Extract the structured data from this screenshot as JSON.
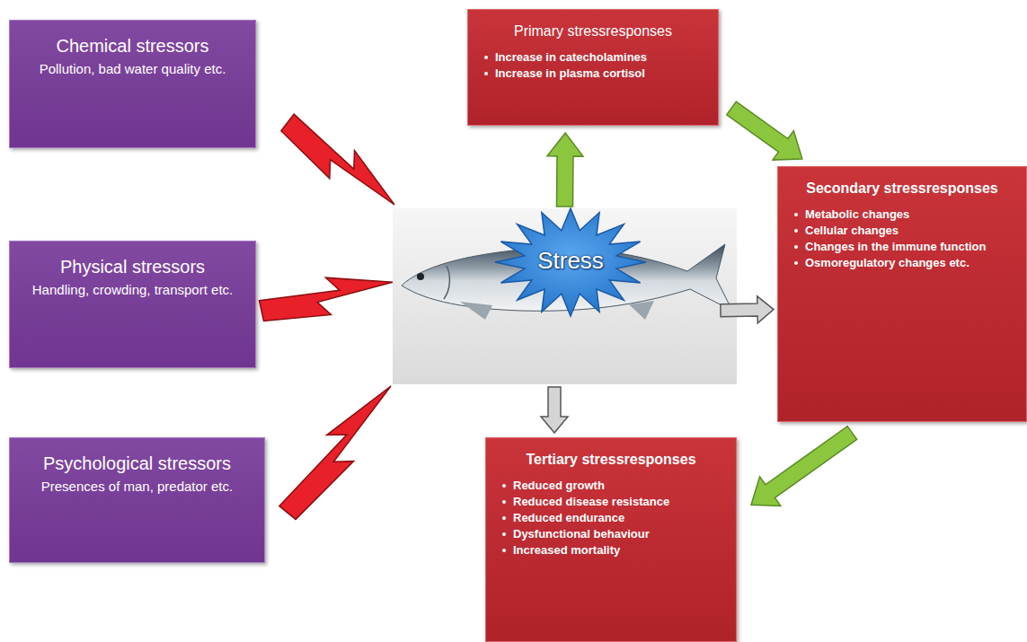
{
  "diagram": {
    "nodes": [
      {
        "text": [
          "Chemical stressors",
          "Pollution, bad water quality etc."
        ]
      },
      {
        "text": [
          "Primary stressresponses",
          "Increase in catecholamines",
          "Increase in plasma cortisol"
        ]
      },
      {
        "text": [
          "Physical stressors",
          "Handling, crowding, transport etc."
        ]
      },
      {
        "text": [
          "Stress"
        ]
      },
      {
        "text": [
          "Secondary stressresponses",
          "Metabolic changes",
          "Cellular changes",
          "Changes in the immune function",
          "Osmoregulatory changes etc."
        ]
      },
      {
        "text": [
          "Psychological stressors",
          "Presences of man, predator etc."
        ]
      },
      {
        "text": [
          "Tertiary stressresponses",
          "Reduced growth",
          "Reduced disease resistance",
          "Reduced endurance",
          "Dysfunctional behaviour",
          "Increased mortality"
        ]
      }
    ],
    "edges": [
      {
        "from": 0,
        "to": 3,
        "arrow": "to"
      },
      {
        "from": 2,
        "to": 3,
        "arrow": "to"
      },
      {
        "from": 5,
        "to": 3,
        "arrow": "to"
      },
      {
        "from": 3,
        "to": 1,
        "arrow": "to"
      },
      {
        "from": 1,
        "to": 4,
        "arrow": "to"
      },
      {
        "from": 3,
        "to": 4,
        "arrow": "to"
      },
      {
        "from": 4,
        "to": 6,
        "arrow": "to"
      },
      {
        "from": 3,
        "to": 6,
        "arrow": "to"
      }
    ]
  }
}
